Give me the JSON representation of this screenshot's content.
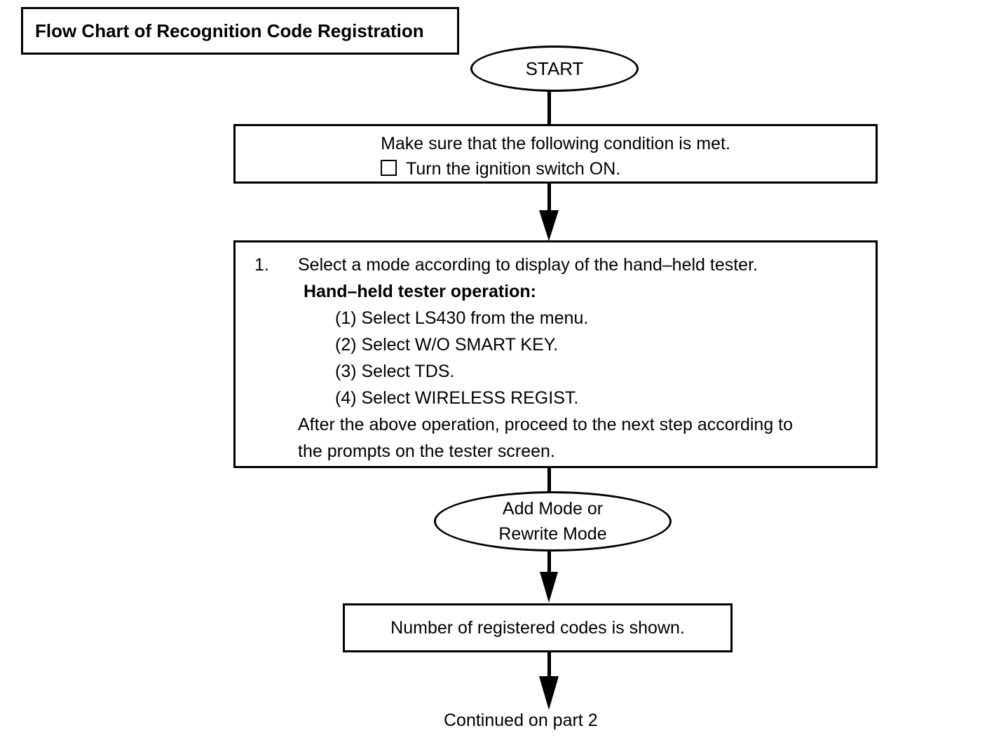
{
  "page": {
    "background": "#ffffff",
    "ink": "#000000"
  },
  "title": "Flow Chart of Recognition Code Registration",
  "flow": {
    "start": {
      "label": "START"
    },
    "condition_box": {
      "line1": "Make sure that the following condition is met.",
      "checkbox_label": "Turn the ignition switch ON."
    },
    "step_box": {
      "item_number": "1.",
      "item_text": "Select a mode according to display of the hand–held tester.",
      "subheading": "Hand–held tester operation:",
      "substeps": [
        "(1) Select LS430 from the menu.",
        "(2) Select W/O SMART KEY.",
        "(3) Select TDS.",
        "(4) Select WIRELESS REGIST."
      ],
      "footer_lines": [
        "After the above operation, proceed to the next step according to",
        "the prompts on the tester screen."
      ]
    },
    "mode_oval": {
      "lines": [
        "Add Mode or",
        "Rewrite Mode"
      ]
    },
    "result_box": {
      "label": "Number of registered codes is shown."
    },
    "continuation": {
      "label": "Continued on part 2"
    }
  }
}
